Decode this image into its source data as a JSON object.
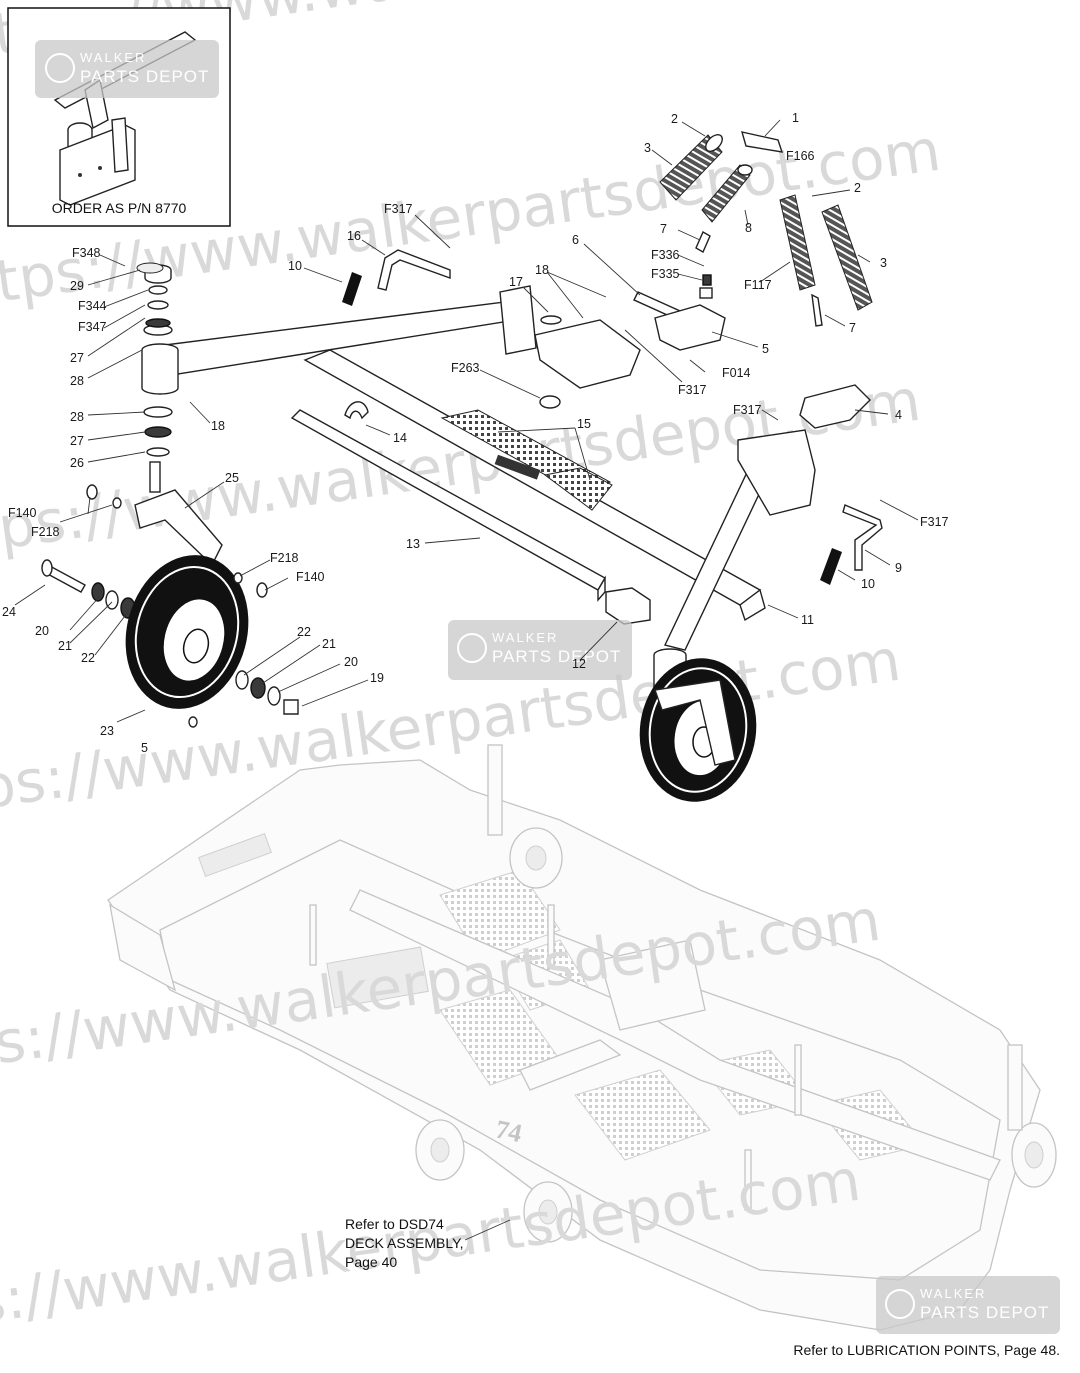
{
  "inset": {
    "caption": "ORDER AS P/N 8770"
  },
  "watermark": {
    "url_text": "https://www.walkerpartsdepot.com",
    "badge_line1": "WALKER",
    "badge_line2": "PARTS DEPOT"
  },
  "references": {
    "deck_lines": [
      "Refer to DSD74",
      "DECK ASSEMBLY,",
      "Page 40"
    ],
    "lubrication": "Refer to LUBRICATION POINTS, Page 48."
  },
  "deck": {
    "model_mark": "74"
  },
  "callouts": [
    {
      "id": "c1",
      "text": "1"
    },
    {
      "id": "c2a",
      "text": "2"
    },
    {
      "id": "c2b",
      "text": "2"
    },
    {
      "id": "c3a",
      "text": "3"
    },
    {
      "id": "c3b",
      "text": "3"
    },
    {
      "id": "c4",
      "text": "4"
    },
    {
      "id": "c5a",
      "text": "5"
    },
    {
      "id": "c5b",
      "text": "5"
    },
    {
      "id": "c6",
      "text": "6"
    },
    {
      "id": "c7a",
      "text": "7"
    },
    {
      "id": "c7b",
      "text": "7"
    },
    {
      "id": "c8",
      "text": "8"
    },
    {
      "id": "c9",
      "text": "9"
    },
    {
      "id": "c10a",
      "text": "10"
    },
    {
      "id": "c10b",
      "text": "10"
    },
    {
      "id": "c11",
      "text": "11"
    },
    {
      "id": "c12",
      "text": "12"
    },
    {
      "id": "c13",
      "text": "13"
    },
    {
      "id": "c14",
      "text": "14"
    },
    {
      "id": "c15",
      "text": "15"
    },
    {
      "id": "c16",
      "text": "16"
    },
    {
      "id": "c17",
      "text": "17"
    },
    {
      "id": "c18a",
      "text": "18"
    },
    {
      "id": "c18b",
      "text": "18"
    },
    {
      "id": "c19",
      "text": "19"
    },
    {
      "id": "c20a",
      "text": "20"
    },
    {
      "id": "c20b",
      "text": "20"
    },
    {
      "id": "c21a",
      "text": "21"
    },
    {
      "id": "c21b",
      "text": "21"
    },
    {
      "id": "c22a",
      "text": "22"
    },
    {
      "id": "c22b",
      "text": "22"
    },
    {
      "id": "c23",
      "text": "23"
    },
    {
      "id": "c24",
      "text": "24"
    },
    {
      "id": "c25",
      "text": "25"
    },
    {
      "id": "c26",
      "text": "26"
    },
    {
      "id": "c27a",
      "text": "27"
    },
    {
      "id": "c27b",
      "text": "27"
    },
    {
      "id": "c28a",
      "text": "28"
    },
    {
      "id": "c28b",
      "text": "28"
    },
    {
      "id": "c29",
      "text": "29"
    },
    {
      "id": "cF014",
      "text": "F014"
    },
    {
      "id": "cF117",
      "text": "F117"
    },
    {
      "id": "cF140a",
      "text": "F140"
    },
    {
      "id": "cF140b",
      "text": "F140"
    },
    {
      "id": "cF166",
      "text": "F166"
    },
    {
      "id": "cF218a",
      "text": "F218"
    },
    {
      "id": "cF218b",
      "text": "F218"
    },
    {
      "id": "cF263",
      "text": "F263"
    },
    {
      "id": "cF317a",
      "text": "F317"
    },
    {
      "id": "cF317b",
      "text": "F317"
    },
    {
      "id": "cF317c",
      "text": "F317"
    },
    {
      "id": "cF317d",
      "text": "F317"
    },
    {
      "id": "cF335",
      "text": "F335"
    },
    {
      "id": "cF336",
      "text": "F336"
    },
    {
      "id": "cF344",
      "text": "F344"
    },
    {
      "id": "cF347",
      "text": "F347"
    },
    {
      "id": "cF348",
      "text": "F348"
    }
  ]
}
